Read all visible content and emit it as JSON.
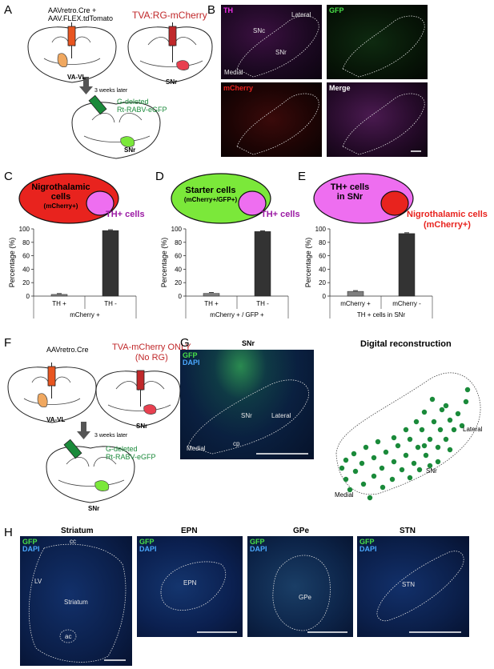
{
  "panels": {
    "A": {
      "letter": "A",
      "inj1_line1": "AAVretro.Cre +",
      "inj1_line2": "AAV.FLEX.tdTomato",
      "inj2": "TVA:RG-mCherry",
      "region1": "VA-VL",
      "region2": "SNr",
      "delay": "3 weeks later",
      "inj3_line1": "G-deleted",
      "inj3_line2": "Rt-RABV-eGFP",
      "region3": "SNr"
    },
    "B": {
      "letter": "B",
      "ch_th": "TH",
      "ch_gfp": "GFP",
      "ch_mcherry": "mCherry",
      "ch_merge": "Merge",
      "snc": "SNc",
      "snr": "SNr",
      "lateral": "Lateral",
      "medial": "Medial"
    },
    "C": {
      "letter": "C",
      "venn_big_line1": "Nigrothalamic",
      "venn_big_line2": "cells",
      "venn_big_line3": "(mCherry+)",
      "venn_small": "TH+ cells"
    },
    "D": {
      "letter": "D",
      "venn_big_line1": "Starter cells",
      "venn_big_line2": "(mCherry+/GFP+)",
      "venn_small": "TH+ cells"
    },
    "E": {
      "letter": "E",
      "venn_big_line1": "TH+ cells",
      "venn_big_line2": "in SNr",
      "venn_small_line1": "Nigrothalamic cells",
      "venn_small_line2": "(mCherry+)"
    },
    "F": {
      "letter": "F",
      "inj1": "AAVretro.Cre",
      "inj2_line1": "TVA-mCherry ONLY",
      "inj2_line2": "(No RG)",
      "region1": "VA-VL",
      "region2": "SNr",
      "delay": "3 weeks later",
      "inj3_line1": "G-deleted",
      "inj3_line2": "Rt-RABV-eGFP",
      "region3": "SNr"
    },
    "G": {
      "letter": "G",
      "title_left": "SNr",
      "title_right": "Digital reconstruction",
      "gfp": "GFP",
      "dapi": "DAPI",
      "snr": "SNr",
      "lateral": "Lateral",
      "medial": "Medial",
      "cp": "cp",
      "recon_lateral": "Lateral",
      "recon_snr": "SNr",
      "recon_medial": "Medial"
    },
    "H": {
      "letter": "H",
      "gfp": "GFP",
      "dapi": "DAPI",
      "titles": [
        "Striatum",
        "EPN",
        "GPe",
        "STN"
      ],
      "cc": "cc",
      "lv": "LV",
      "striatum": "Striatum",
      "ac": "ac",
      "epn": "EPN",
      "gpe": "GPe",
      "stn": "STN"
    }
  },
  "colors": {
    "red": "#e8231e",
    "green": "#7be83a",
    "magenta": "#ee2ee8",
    "purple": "#9b1aa4",
    "darkred": "#c0282a",
    "darkgreen": "#1a8a3a",
    "bar_dark": "#333333",
    "bar_light": "#808080"
  },
  "chart_data": [
    {
      "type": "bar",
      "panel": "C",
      "categories": [
        "TH +",
        "TH -"
      ],
      "group_label": "mCherry +",
      "values": [
        2.5,
        97.5
      ],
      "ylabel": "Percentage (%)",
      "ylim": [
        0,
        100
      ],
      "yticks": [
        0,
        20,
        40,
        60,
        80,
        100
      ]
    },
    {
      "type": "bar",
      "panel": "D",
      "categories": [
        "TH +",
        "TH -"
      ],
      "group_label": "mCherry + / GFP +",
      "values": [
        4,
        96
      ],
      "ylabel": "Percentage (%)",
      "ylim": [
        0,
        100
      ],
      "yticks": [
        0,
        20,
        40,
        60,
        80,
        100
      ]
    },
    {
      "type": "bar",
      "panel": "E",
      "categories": [
        "mCherry +",
        "mCherry -"
      ],
      "group_label": "TH + cells in SNr",
      "values": [
        7,
        93
      ],
      "ylabel": "Percentage (%)",
      "ylim": [
        0,
        100
      ],
      "yticks": [
        0,
        20,
        40,
        60,
        80,
        100
      ]
    }
  ]
}
